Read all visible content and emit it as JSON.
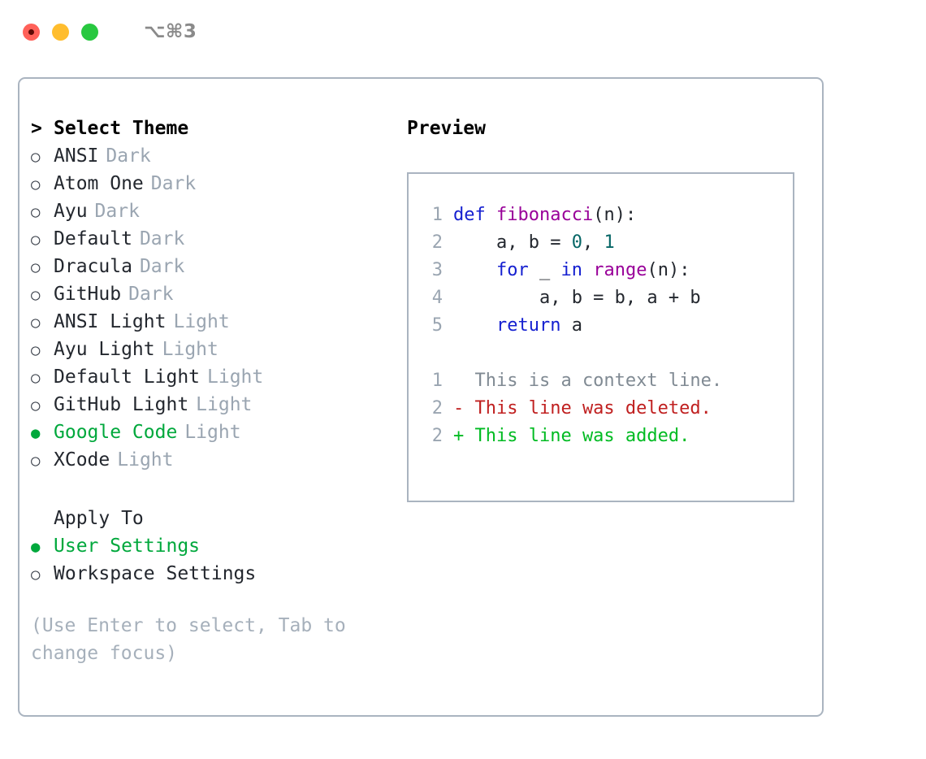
{
  "window": {
    "shortcut_label": "⌥⌘3",
    "traffic_lights": [
      "close",
      "minimize",
      "zoom"
    ]
  },
  "theme_list": {
    "header": "Select Theme",
    "caret": ">",
    "bullet_selected": "●",
    "bullet_unselected": "○",
    "items": [
      {
        "label": "ANSI",
        "tag": "Dark",
        "selected": false
      },
      {
        "label": "Atom One",
        "tag": "Dark",
        "selected": false
      },
      {
        "label": "Ayu",
        "tag": "Dark",
        "selected": false
      },
      {
        "label": "Default",
        "tag": "Dark",
        "selected": false
      },
      {
        "label": "Dracula",
        "tag": "Dark",
        "selected": false
      },
      {
        "label": "GitHub",
        "tag": "Dark",
        "selected": false
      },
      {
        "label": "ANSI Light",
        "tag": "Light",
        "selected": false
      },
      {
        "label": "Ayu Light",
        "tag": "Light",
        "selected": false
      },
      {
        "label": "Default Light",
        "tag": "Light",
        "selected": false
      },
      {
        "label": "GitHub Light",
        "tag": "Light",
        "selected": false
      },
      {
        "label": "Google Code",
        "tag": "Light",
        "selected": true
      },
      {
        "label": "XCode",
        "tag": "Light",
        "selected": false
      }
    ]
  },
  "apply_to": {
    "header": "Apply To",
    "options": [
      {
        "label": "User Settings",
        "selected": true
      },
      {
        "label": "Workspace Settings",
        "selected": false
      }
    ]
  },
  "hint": "(Use Enter to select, Tab to change focus)",
  "preview": {
    "title": "Preview",
    "code_lines": [
      {
        "no": "1",
        "tokens": [
          {
            "t": "def ",
            "c": "tok-kw"
          },
          {
            "t": "fibonacci",
            "c": "tok-fn"
          },
          {
            "t": "(n):",
            "c": "tok-pl"
          }
        ]
      },
      {
        "no": "2",
        "tokens": [
          {
            "t": "    a, b = ",
            "c": "tok-pl"
          },
          {
            "t": "0",
            "c": "tok-num"
          },
          {
            "t": ", ",
            "c": "tok-pl"
          },
          {
            "t": "1",
            "c": "tok-num"
          }
        ]
      },
      {
        "no": "3",
        "tokens": [
          {
            "t": "    ",
            "c": "tok-pl"
          },
          {
            "t": "for",
            "c": "tok-kw"
          },
          {
            "t": " _ ",
            "c": "tok-pl"
          },
          {
            "t": "in",
            "c": "tok-kw"
          },
          {
            "t": " ",
            "c": "tok-pl"
          },
          {
            "t": "range",
            "c": "tok-fn"
          },
          {
            "t": "(n):",
            "c": "tok-pl"
          }
        ]
      },
      {
        "no": "4",
        "tokens": [
          {
            "t": "        a, b = b, a + b",
            "c": "tok-pl"
          }
        ]
      },
      {
        "no": "5",
        "tokens": [
          {
            "t": "    ",
            "c": "tok-pl"
          },
          {
            "t": "return",
            "c": "tok-kw"
          },
          {
            "t": " a",
            "c": "tok-pl"
          }
        ]
      }
    ],
    "diff_lines": [
      {
        "no": "1",
        "sign": " ",
        "text": "This is a context line.",
        "kind": "diff-ctx"
      },
      {
        "no": "2",
        "sign": "-",
        "text": "This line was deleted.",
        "kind": "diff-del"
      },
      {
        "no": "2",
        "sign": "+",
        "text": "This line was added.",
        "kind": "diff-add"
      }
    ]
  },
  "colors": {
    "accent_green": "#00a83c",
    "border": "#aab4c0",
    "muted": "#9aa5b1",
    "keyword": "#1520d0",
    "function": "#990099",
    "number": "#066666",
    "diff_add": "#00bb22",
    "diff_del": "#c02020",
    "light_red": "#ff6159",
    "light_yellow": "#ffbd2e",
    "light_green": "#28c840"
  }
}
